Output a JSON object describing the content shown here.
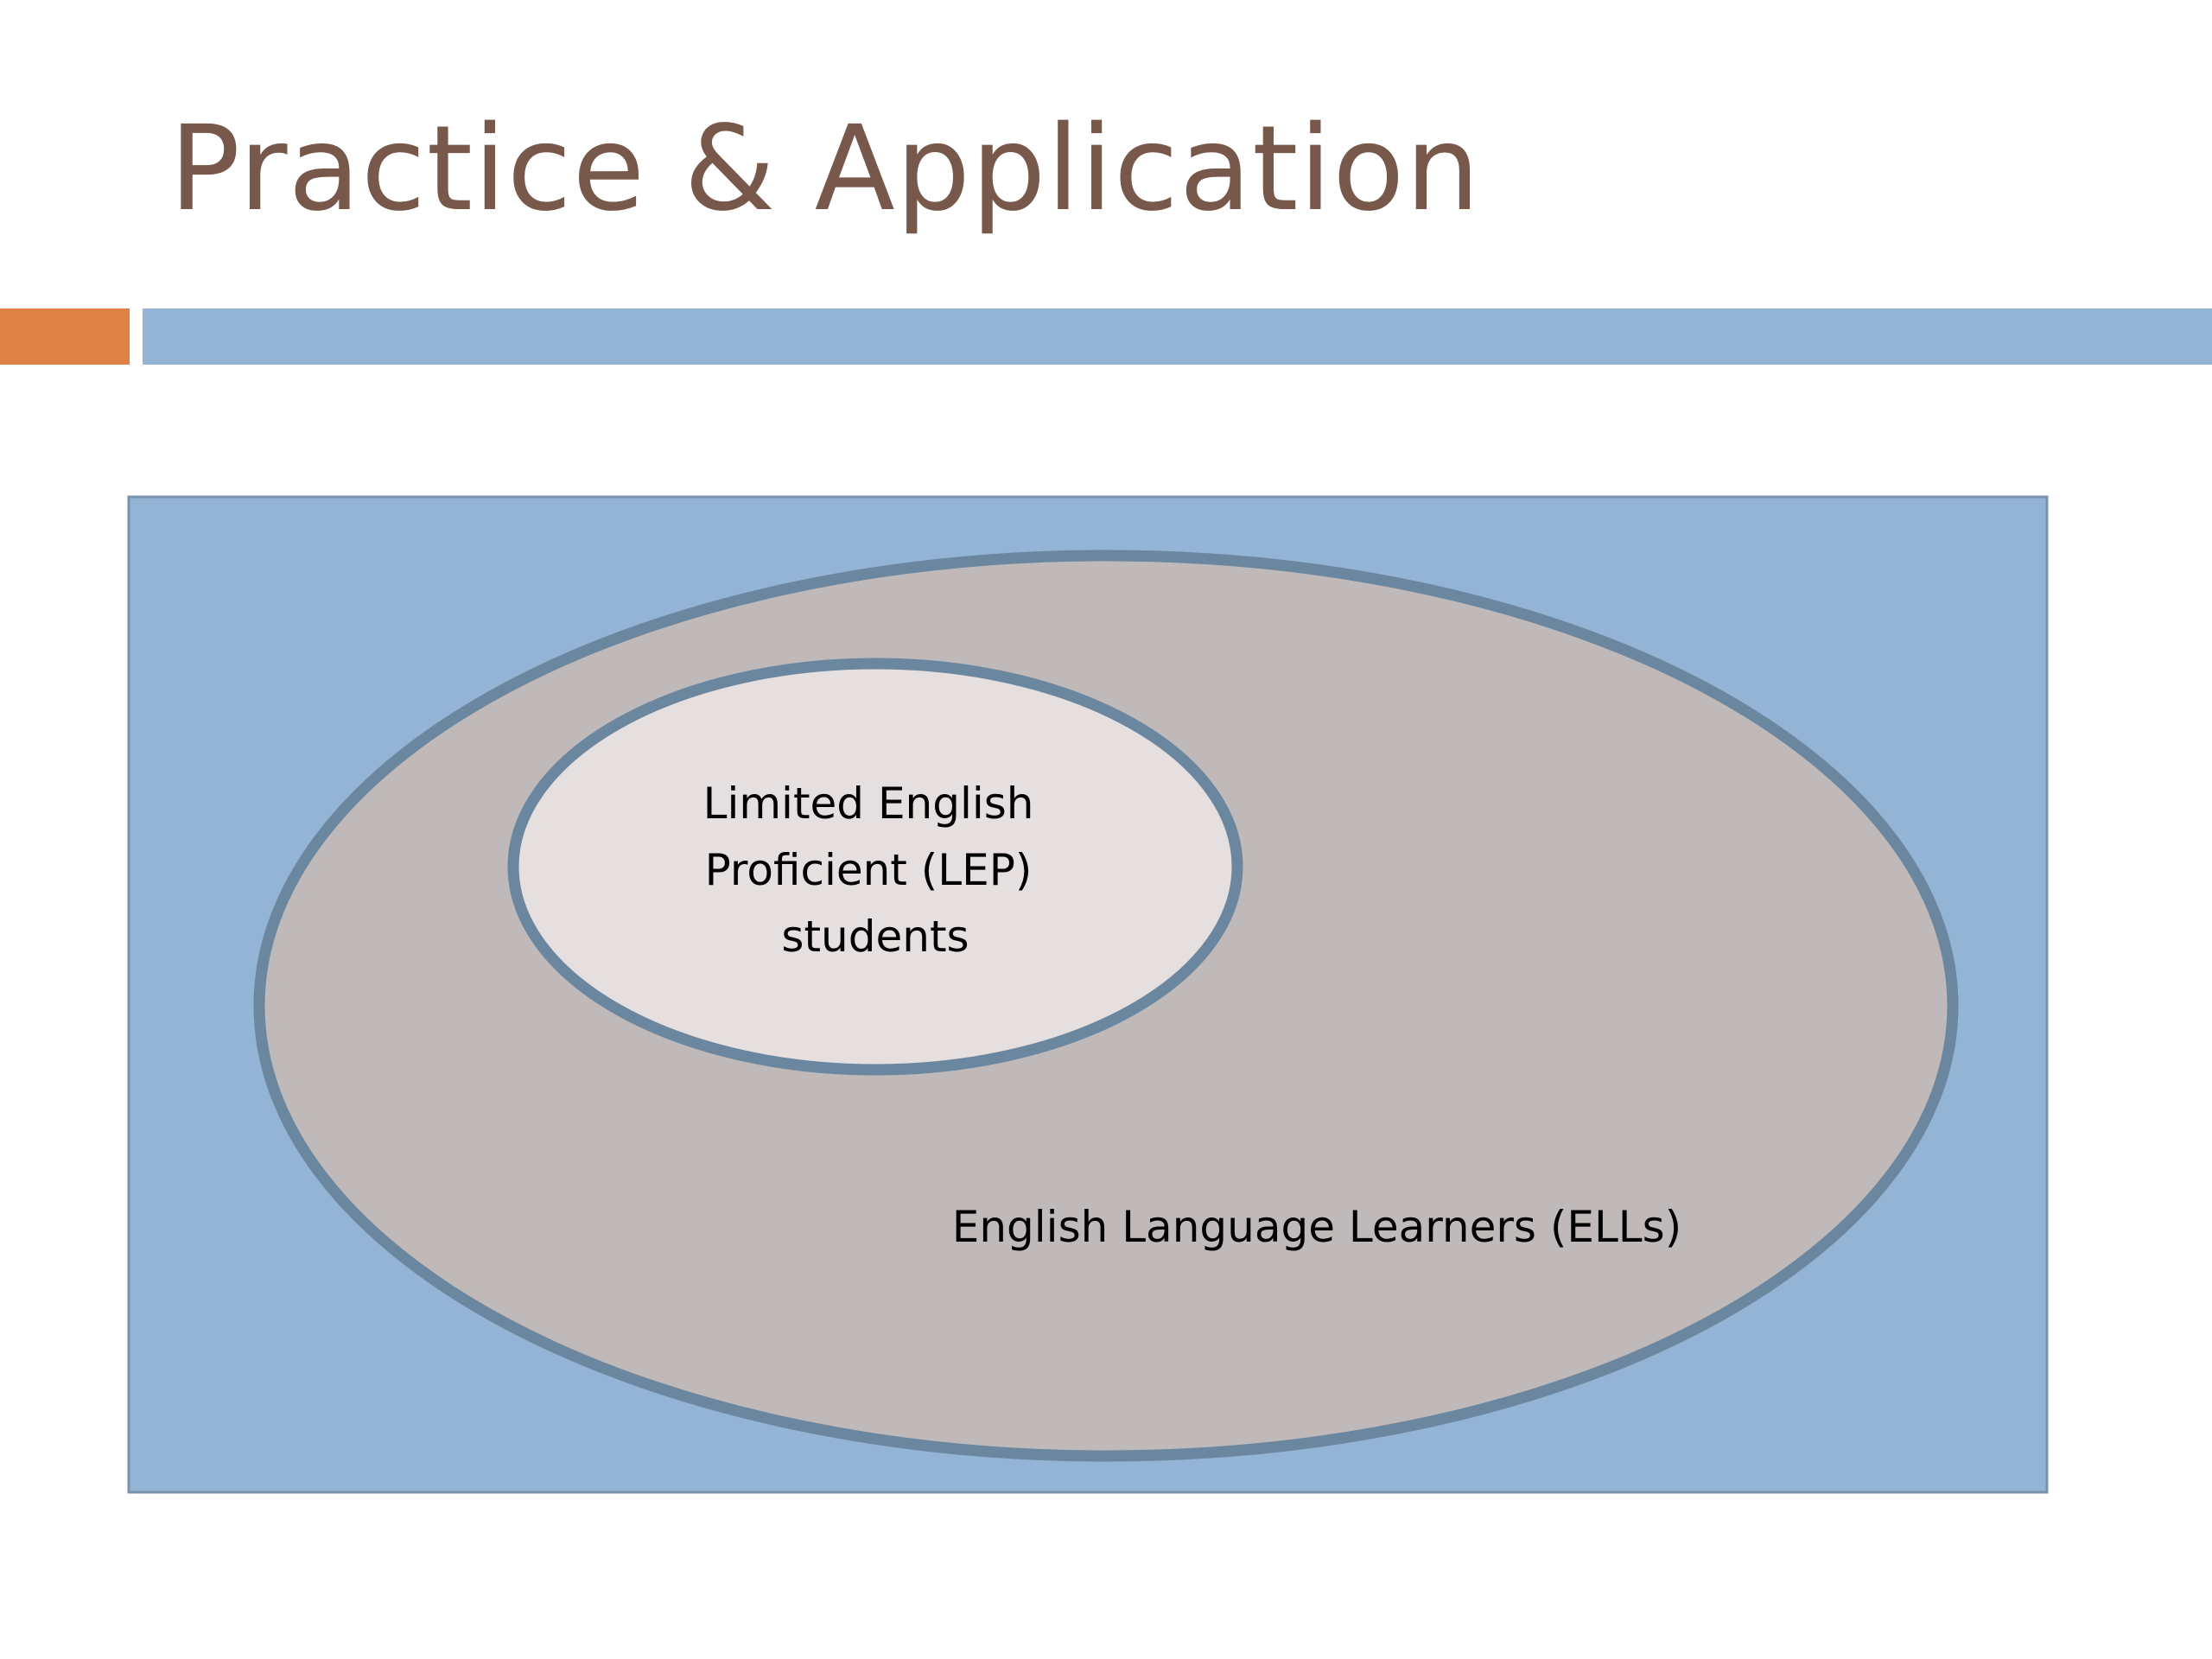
{
  "slide": {
    "title": "Practice & Application"
  },
  "colors": {
    "title": "#77584b",
    "accent_orange": "#dd8145",
    "accent_blue": "#93b4d4",
    "frame_fill": "#93b4d4",
    "frame_border": "#7a92ad",
    "outer_ellipse_fill": "#bfb9b9",
    "inner_ellipse_fill": "#e5dfdf",
    "ellipse_stroke": "#6b869f"
  },
  "diagram": {
    "inner_label_lines": [
      "Limited English",
      "Proficient (LEP)",
      "students"
    ],
    "outer_label": "English Language Learners (ELLs)"
  }
}
